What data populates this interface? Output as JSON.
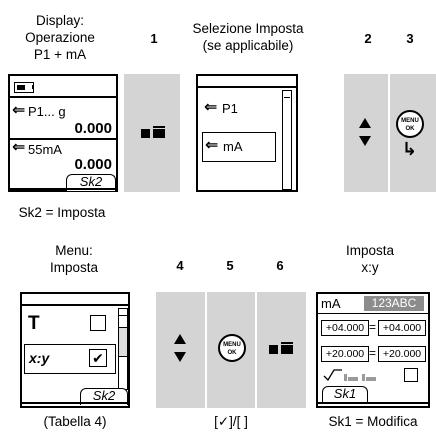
{
  "captions": {
    "display_title_1": "Display:",
    "display_title_2": "Operazione",
    "display_title_3": "P1 + mA",
    "select_title_1": "Selezione Imposta",
    "select_title_2": "(se applicabile)",
    "menu_title_1": "Menu:",
    "menu_title_2": "Imposta",
    "imposta_title_1": "Imposta",
    "imposta_title_2": "x:y",
    "display_bottom": "Sk2 = Imposta",
    "menu_bottom": "(Tabella 4)",
    "check_bottom": "[✓]/[ ]",
    "imposta_bottom": "Sk1 = Modifica"
  },
  "steps": [
    "1",
    "2",
    "3",
    "4",
    "5",
    "6"
  ],
  "display_screen": {
    "row1_label": "P1... g",
    "row1_value": "0.000",
    "row2_label": "55mA",
    "row2_value": "0.000",
    "softkey": "Sk2"
  },
  "select_screen": {
    "item1": "P1",
    "item2": "mA"
  },
  "menu_screen": {
    "item2_label": "x:y",
    "softkey": "Sk2"
  },
  "imposta_screen": {
    "unit": "mA",
    "mode": "123ABC",
    "row1_left": "+04.000",
    "row1_eq": "=",
    "row1_right": "+04.000",
    "row2_left": "+20.000",
    "row2_eq": "=",
    "row2_right": "+20.000",
    "softkey": "Sk1"
  },
  "button_menu": {
    "line1": "MENU",
    "line2": "OK"
  },
  "colors": {
    "panel_gray": "#d4d4d4",
    "highlight": "#8c8c8c",
    "dim": "#9a9a9a"
  }
}
